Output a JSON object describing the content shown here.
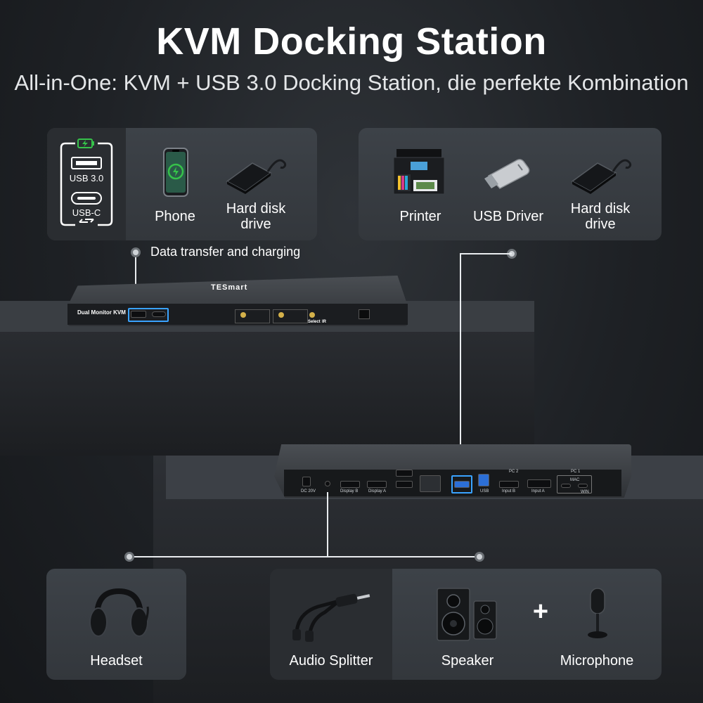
{
  "header": {
    "title": "KVM Docking Station",
    "subtitle": "All-in-One: KVM + USB 3.0 Docking Station, die perfekte Kombination"
  },
  "front_panel": {
    "port_labels": [
      "USB 3.0",
      "USB-C"
    ],
    "devices": [
      {
        "label": "Phone",
        "icon": "phone-icon"
      },
      {
        "label": "Hard disk\ndrive",
        "icon": "hard-disk-icon"
      }
    ],
    "annotation": "Data transfer and charging"
  },
  "rear_panel": {
    "devices": [
      {
        "label": "Printer",
        "icon": "printer-icon"
      },
      {
        "label": "USB Driver",
        "icon": "usb-drive-icon"
      },
      {
        "label": "Hard disk\ndrive",
        "icon": "hard-disk-icon"
      }
    ]
  },
  "front_device": {
    "model_text": "Dual Monitor KVM",
    "brand": "TESmart",
    "select_label": "Select",
    "ir_label": "IR"
  },
  "rear_device": {
    "port_labels": [
      "DC 20V",
      "Display B",
      "Display A",
      "USB",
      "Input B",
      "Input A",
      "PC 2",
      "PC 1",
      "MAC",
      "WIN"
    ]
  },
  "audio": {
    "headset": {
      "label": "Headset",
      "icon": "headset-icon"
    },
    "splitter": {
      "label": "Audio Splitter",
      "icon": "audio-splitter-icon"
    },
    "speaker": {
      "label": "Speaker",
      "icon": "speaker-icon"
    },
    "plus": "+",
    "microphone": {
      "label": "Microphone",
      "icon": "microphone-icon"
    }
  },
  "colors": {
    "background": "#1e2125",
    "panel": "#3a3e43",
    "accent": "#3aa3ff",
    "charging_green": "#36c24a"
  }
}
